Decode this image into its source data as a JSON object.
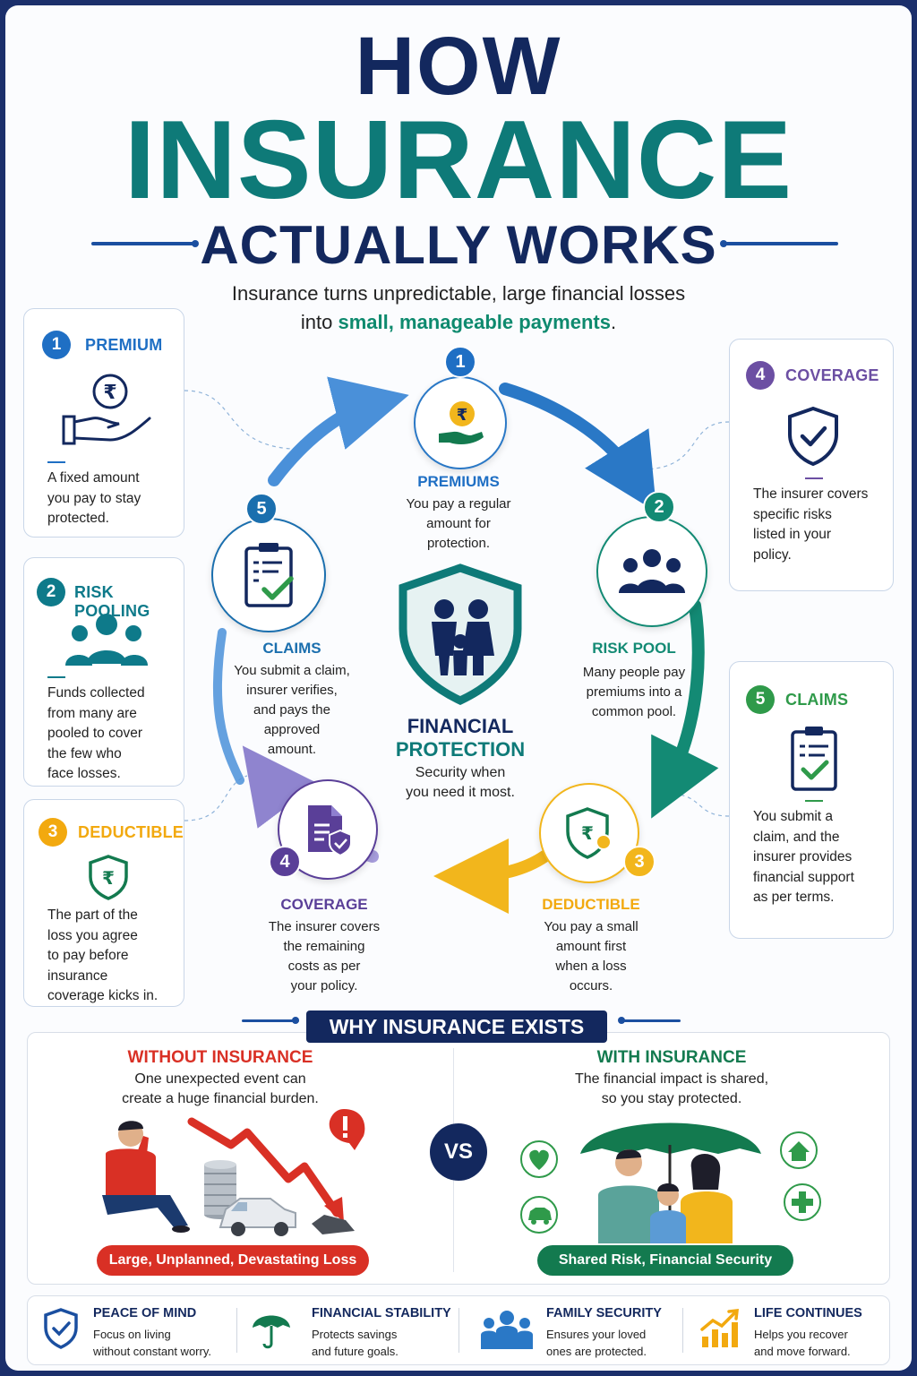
{
  "title": {
    "line1": "HOW",
    "line2": "INSURANCE",
    "line3": "ACTUALLY WORKS",
    "subtitle_part1": "Insurance turns unpredictable, large financial losses",
    "subtitle_part2": "into ",
    "subtitle_highlight": "small, manageable payments",
    "subtitle_end": "."
  },
  "left_cards": [
    {
      "num": "1",
      "title": "PREMIUM",
      "icon": "rupee-hand-icon",
      "text": [
        "A fixed amount",
        "you pay to stay",
        "protected."
      ],
      "color": "#1f6fc4"
    },
    {
      "num": "2",
      "title": "RISK POOLING",
      "icon": "people-group-icon",
      "text": [
        "Funds collected",
        "from many are",
        "pooled to cover",
        "the few who",
        "face losses."
      ],
      "color": "#0e7a8a"
    },
    {
      "num": "3",
      "title": "DEDUCTIBLE",
      "icon": "rupee-shield-icon",
      "text": [
        "The part of the",
        "loss you agree",
        "to pay before",
        "insurance",
        "coverage kicks in."
      ],
      "color": "#f2a90f"
    }
  ],
  "right_cards": [
    {
      "num": "4",
      "title": "COVERAGE",
      "icon": "check-shield-icon",
      "text": [
        "The insurer covers",
        "specific risks",
        "listed in your",
        "policy."
      ],
      "color": "#6c4fa3"
    },
    {
      "num": "5",
      "title": "CLAIMS",
      "icon": "clipboard-check-icon",
      "text": [
        "You submit a",
        "claim, and the",
        "insurer provides",
        "financial support",
        "as per terms."
      ],
      "color": "#2f9a4a"
    }
  ],
  "cycle": [
    {
      "num": "1",
      "title": "PREMIUMS",
      "text": [
        "You pay a regular",
        "amount for",
        "protection."
      ],
      "color": "#1f6fc4"
    },
    {
      "num": "2",
      "title": "RISK POOL",
      "text": [
        "Many people pay",
        "premiums into a",
        "common pool."
      ],
      "color": "#138a74"
    },
    {
      "num": "3",
      "title": "DEDUCTIBLE",
      "text": [
        "You pay a small",
        "amount first",
        "when a loss",
        "occurs."
      ],
      "color": "#f2a90f"
    },
    {
      "num": "4",
      "title": "COVERAGE",
      "text": [
        "The insurer covers",
        "the remaining",
        "costs as per",
        "your policy."
      ],
      "color": "#5a3f98"
    },
    {
      "num": "5",
      "title": "CLAIMS",
      "text": [
        "You submit a claim,",
        "insurer verifies,",
        "and pays the",
        "approved",
        "amount."
      ],
      "color": "#1b6fae"
    }
  ],
  "center": {
    "title1": "FINANCIAL",
    "title2": "PROTECTION",
    "text": [
      "Security when",
      "you need it most."
    ],
    "icon": "family-shield-icon"
  },
  "why": {
    "title": "WHY INSURANCE EXISTS",
    "without_title": "WITHOUT INSURANCE",
    "without_text": [
      "One unexpected event can",
      "create a huge financial burden."
    ],
    "without_pill": "Large, Unplanned, Devastating Loss",
    "vs": "VS",
    "with_title": "WITH INSURANCE",
    "with_text": [
      "The financial impact is shared,",
      "so you stay protected."
    ],
    "with_pill": "Shared Risk, Financial Security",
    "colors": {
      "red": "#d93025",
      "green": "#137a4f",
      "navy": "#13285e"
    }
  },
  "benefits": [
    {
      "title": "PEACE OF MIND",
      "text": [
        "Focus on living",
        "without constant worry."
      ],
      "icon": "shield-check-icon"
    },
    {
      "title": "FINANCIAL STABILITY",
      "text": [
        "Protects savings",
        "and future goals."
      ],
      "icon": "umbrella-icon"
    },
    {
      "title": "FAMILY SECURITY",
      "text": [
        "Ensures your loved",
        "ones are protected."
      ],
      "icon": "family-icon"
    },
    {
      "title": "LIFE CONTINUES",
      "text": [
        "Helps you recover",
        "and move forward."
      ],
      "icon": "growth-chart-icon"
    }
  ]
}
